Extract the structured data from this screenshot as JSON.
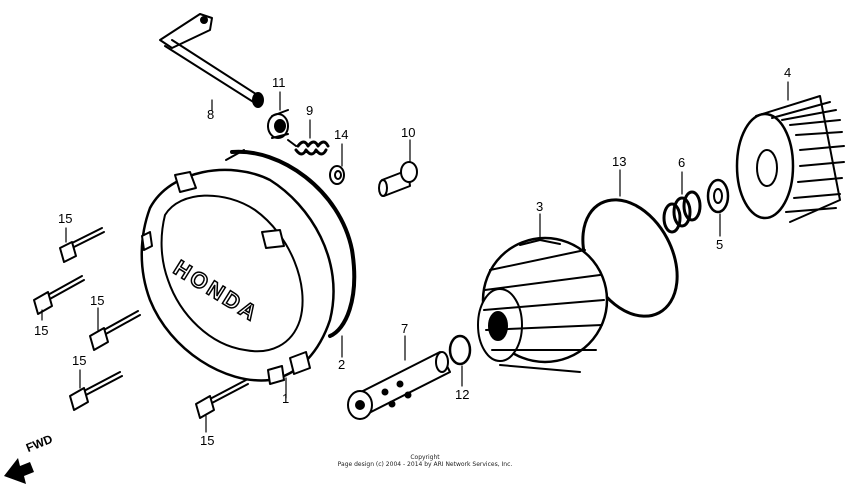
{
  "diagram": {
    "logo_text": "HONDA",
    "fwd_label": "FWD",
    "copyright_line1": "Copyright",
    "copyright_line2": "Page design (c) 2004 - 2014 by ARI Network Services, Inc.",
    "callouts": {
      "c1": "1",
      "c2": "2",
      "c3": "3",
      "c4": "4",
      "c5": "5",
      "c6": "6",
      "c7": "7",
      "c8": "8",
      "c9": "9",
      "c10": "10",
      "c11": "11",
      "c12": "12",
      "c13": "13",
      "c14": "14",
      "c15a": "15",
      "c15b": "15",
      "c15c": "15",
      "c15d": "15",
      "c15e": "15"
    }
  }
}
